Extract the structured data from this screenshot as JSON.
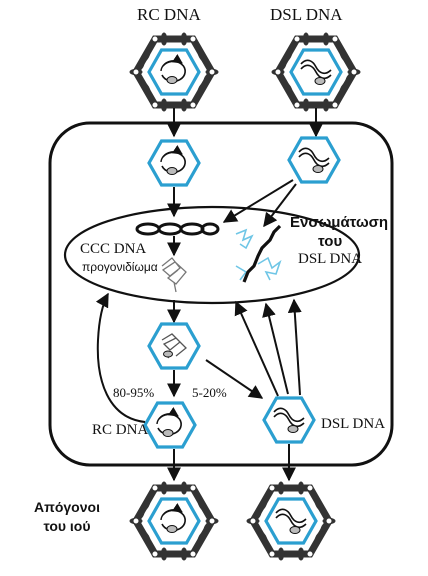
{
  "labels": {
    "top_left": "RC DNA",
    "top_right": "DSL DNA",
    "integration_line1": "Ενσωμάτωση",
    "integration_line2": "του",
    "integration_line3": "DSL DNA",
    "ccc_dna": "CCC DNA",
    "pregenome": "προγονιδίωμα",
    "pct_rc": "80-95%",
    "pct_dsl": "5-20%",
    "mature_rc": "RC DNA",
    "mature_dsl": "DSL DNA",
    "progeny_line1": "Απόγονοι",
    "progeny_line2": "του ιού"
  },
  "colors": {
    "capsid_blue": "#2b9fd0",
    "envelope_dark": "#3a3a3a",
    "stroke": "#111111",
    "integrated_dna_blue": "#6fc6e6"
  }
}
